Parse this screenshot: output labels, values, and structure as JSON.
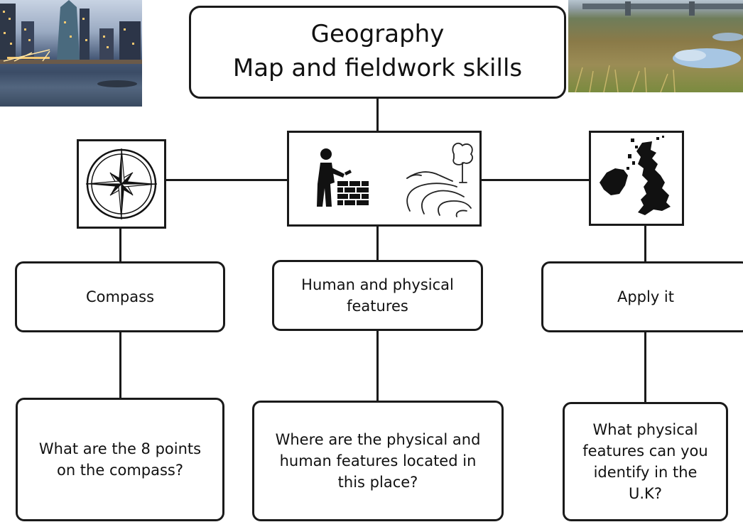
{
  "title": {
    "line1": "Geography",
    "line2": "Map and fieldwork skills"
  },
  "photos": {
    "left": "city-skyline-at-dusk",
    "right": "wetland-marsh-landscape"
  },
  "icons": {
    "left": "compass-rose-icon",
    "center": [
      "builder-bricks-icon",
      "river-tree-landscape-icon"
    ],
    "right": "uk-map-icon"
  },
  "categories": [
    {
      "label": "Compass"
    },
    {
      "label": "Human and physical features"
    },
    {
      "label": "Apply it"
    }
  ],
  "questions": [
    {
      "text": "What are the 8 points on the compass?"
    },
    {
      "text": "Where are the physical and human features located in this place?"
    },
    {
      "text": "What physical features can you identify in the U.K?"
    }
  ]
}
